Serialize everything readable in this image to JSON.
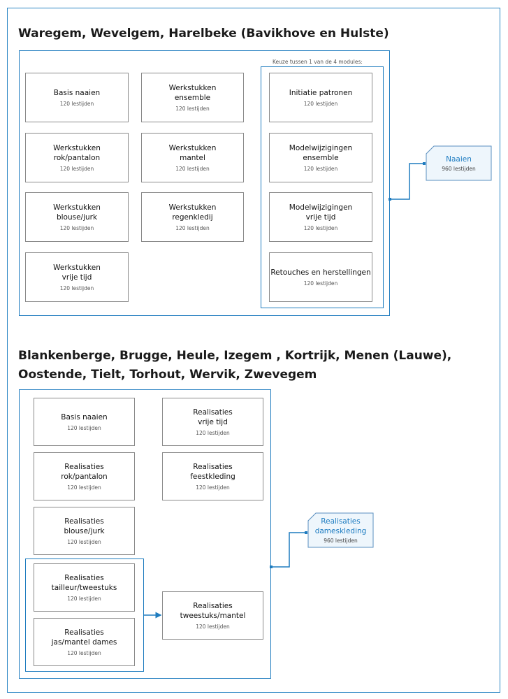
{
  "section1": {
    "title": "Waregem, Wevelgem, Harelbeke (Bavikhove en Hulste)",
    "choice_note": "Keuze tussen 1 van de 4 modules:",
    "modules": [
      {
        "name": "Basis naaien",
        "hours": "120 lestijden"
      },
      {
        "name": "Werkstukken\nensemble",
        "hours": "120 lestijden"
      },
      {
        "name": "Werkstukken\nrok/pantalon",
        "hours": "120 lestijden"
      },
      {
        "name": "Werkstukken\nmantel",
        "hours": "120 lestijden"
      },
      {
        "name": "Werkstukken\nblouse/jurk",
        "hours": "120 lestijden"
      },
      {
        "name": "Werkstukken\nregenkledij",
        "hours": "120 lestijden"
      },
      {
        "name": "Werkstukken\nvrije tijd",
        "hours": "120 lestijden"
      }
    ],
    "choice_modules": [
      {
        "name": "Initiatie patronen",
        "hours": "120 lestijden"
      },
      {
        "name": "Modelwijzigingen\nensemble",
        "hours": "120 lestijden"
      },
      {
        "name": "Modelwijzigingen\nvrije tijd",
        "hours": "120 lestijden"
      },
      {
        "name": "Retouches en herstellingen",
        "hours": "120 lestijden"
      }
    ],
    "result": {
      "name": "Naaien",
      "hours": "960 lestijden"
    }
  },
  "section2": {
    "title_line1": "Blankenberge, Brugge, Heule, Izegem , Kortrijk, Menen (Lauwe),",
    "title_line2": "Oostende, Tielt, Torhout, Wervik, Zwevegem",
    "modules": [
      {
        "name": "Basis naaien",
        "hours": "120 lestijden"
      },
      {
        "name": "Realisaties\nvrije tijd",
        "hours": "120 lestijden"
      },
      {
        "name": "Realisaties\nrok/pantalon",
        "hours": "120 lestijden"
      },
      {
        "name": "Realisaties\nfeestkleding",
        "hours": "120 lestijden"
      },
      {
        "name": "Realisaties\nblouse/jurk",
        "hours": "120 lestijden"
      },
      {
        "name": "Realisaties\ntailleur/tweestuks",
        "hours": "120 lestijden"
      },
      {
        "name": "Realisaties\njas/mantel dames",
        "hours": "120 lestijden"
      },
      {
        "name": "Realisaties\ntweestuks/mantel",
        "hours": "120 lestijden"
      }
    ],
    "result": {
      "name": "Realisaties\ndameskleding",
      "hours": "960 lestijden"
    }
  },
  "colors": {
    "accent": "#1f7cbf",
    "box_border": "#8a8a8a",
    "tag_fill": "#eef6fc"
  }
}
